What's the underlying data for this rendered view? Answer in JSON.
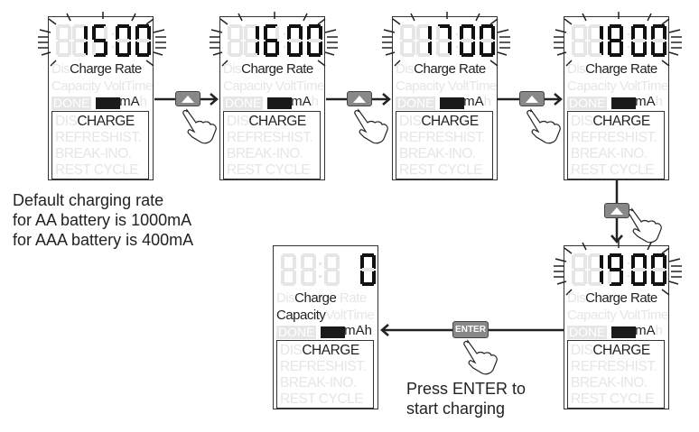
{
  "screens": [
    {
      "id": "s1500",
      "value": "1500",
      "ghost_prefix": "8",
      "row1_ghost": "Dis",
      "row1_active": "Charge Rate",
      "row2_ghost": "Capacity VoltTime",
      "row2_active": "",
      "done": "DONE",
      "unit": "mA",
      "unit_ghost": "h",
      "mode_active": "CHARGE",
      "mode_ghost_prefix": "DIS",
      "modes_ghost": [
        "REFRESHIST.",
        "BREAK-INO.",
        "REST CYCLE"
      ],
      "flashing": true
    },
    {
      "id": "s1600",
      "value": "1600",
      "ghost_prefix": "8",
      "row1_ghost": "Dis",
      "row1_active": "Charge Rate",
      "row2_ghost": "Capacity VoltTime",
      "row2_active": "",
      "done": "DONE",
      "unit": "mA",
      "unit_ghost": "h",
      "mode_active": "CHARGE",
      "mode_ghost_prefix": "DIS",
      "modes_ghost": [
        "REFRESHIST.",
        "BREAK-INO.",
        "REST CYCLE"
      ],
      "flashing": true
    },
    {
      "id": "s1700",
      "value": "1700",
      "ghost_prefix": "8",
      "row1_ghost": "Dis",
      "row1_active": "Charge Rate",
      "row2_ghost": "Capacity VoltTime",
      "row2_active": "",
      "done": "DONE",
      "unit": "mA",
      "unit_ghost": "h",
      "mode_active": "CHARGE",
      "mode_ghost_prefix": "DIS",
      "modes_ghost": [
        "REFRESHIST.",
        "BREAK-INO.",
        "REST CYCLE"
      ],
      "flashing": true
    },
    {
      "id": "s1800",
      "value": "1800",
      "ghost_prefix": "8",
      "row1_ghost": "Dis",
      "row1_active": "Charge Rate",
      "row2_ghost": "Capacity VoltTime",
      "row2_active": "",
      "done": "DONE",
      "unit": "mA",
      "unit_ghost": "h",
      "mode_active": "CHARGE",
      "mode_ghost_prefix": "DIS",
      "modes_ghost": [
        "REFRESHIST.",
        "BREAK-INO.",
        "REST CYCLE"
      ],
      "flashing": true
    },
    {
      "id": "s1900",
      "value": "1900",
      "ghost_prefix": "8",
      "row1_ghost": "Dis",
      "row1_active": "Charge Rate",
      "row2_ghost": "Capacity VoltTime",
      "row2_active": "",
      "done": "DONE",
      "unit": "mA",
      "unit_ghost": "h",
      "mode_active": "CHARGE",
      "mode_ghost_prefix": "DIS",
      "modes_ghost": [
        "REFRESHIST.",
        "BREAK-INO.",
        "REST CYCLE"
      ],
      "flashing": true
    },
    {
      "id": "s0",
      "value": "0",
      "ghost_prefix": "88:8",
      "row1_ghost": "Dis",
      "row1_active": "Charge",
      "row1_ghost_suffix": "Rate",
      "row2_ghost": "VoltTime",
      "row2_active": "Capacity",
      "done": "DONE",
      "unit": "mAh",
      "unit_ghost": "",
      "mode_active": "CHARGE",
      "mode_ghost_prefix": "DIS",
      "modes_ghost": [
        "REFRESHIST.",
        "BREAK-INO.",
        "REST CYCLE"
      ],
      "flashing": false
    }
  ],
  "buttons": {
    "up_icon": "up-triangle",
    "enter_label": "ENTER"
  },
  "notes": {
    "default_rate": [
      "Default charging rate",
      "for AA battery is 1000mA",
      "for AAA battery is 400mA"
    ],
    "press_enter": [
      "Press ENTER to",
      "start charging"
    ]
  }
}
